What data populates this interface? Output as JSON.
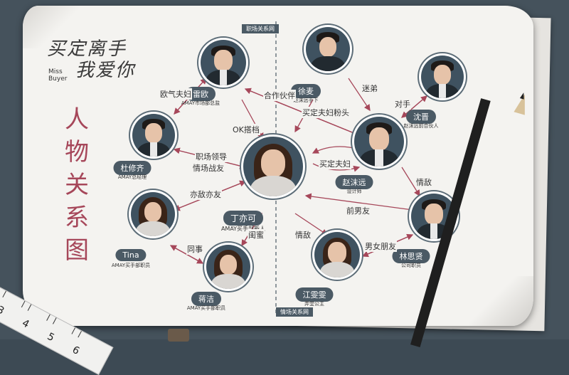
{
  "logo": {
    "line1": "买定离手",
    "line2": "我爱你",
    "english": "Miss Buyer"
  },
  "title_vertical": [
    "人",
    "物",
    "关",
    "系",
    "图"
  ],
  "sections": {
    "work": "职场关系网",
    "love": "情场关系网"
  },
  "people": [
    {
      "id": "leiou",
      "name": "雷欧",
      "role": "AMAY市场部总监"
    },
    {
      "id": "xumai",
      "name": "徐麦",
      "role": "赵沫远手下"
    },
    {
      "id": "shenjin",
      "name": "沈晋",
      "role": "赵沫远前合伙人"
    },
    {
      "id": "duxiuqi",
      "name": "杜修齐",
      "role": "AMAY总经理"
    },
    {
      "id": "zhaomoyuan",
      "name": "赵沫远",
      "role": "设计师"
    },
    {
      "id": "dingyike",
      "name": "丁亦可",
      "role": "AMAY买手部新人"
    },
    {
      "id": "tina",
      "name": "Tina",
      "role": "AMAY买手部职员"
    },
    {
      "id": "linsixian",
      "name": "林思贤",
      "role": "公司职员"
    },
    {
      "id": "jiangjie",
      "name": "蒋洁",
      "role": "AMAY买手部职员"
    },
    {
      "id": "jiangwenwen",
      "name": "江雯雯",
      "role": "弄堂公主"
    }
  ],
  "relations": {
    "oufu": "欧气夫妇",
    "hezuo": "合作伙伴",
    "mididi": "迷弟",
    "duishou": "对手",
    "maidingfen": "买定夫妇粉头",
    "okdada": "OK搭档",
    "zhichang1": "职场领导",
    "zhichang2": "情场战友",
    "maidingfufu": "买定夫妇",
    "qingdi1": "情敌",
    "yidi": "亦敌亦友",
    "guimi": "闺蜜",
    "qingdi2": "情敌",
    "qiannanyou": "前男友",
    "tongshi": "同事",
    "nannv": "男女朋友"
  },
  "tape_numbers": [
    "3",
    "4",
    "5",
    "6"
  ]
}
